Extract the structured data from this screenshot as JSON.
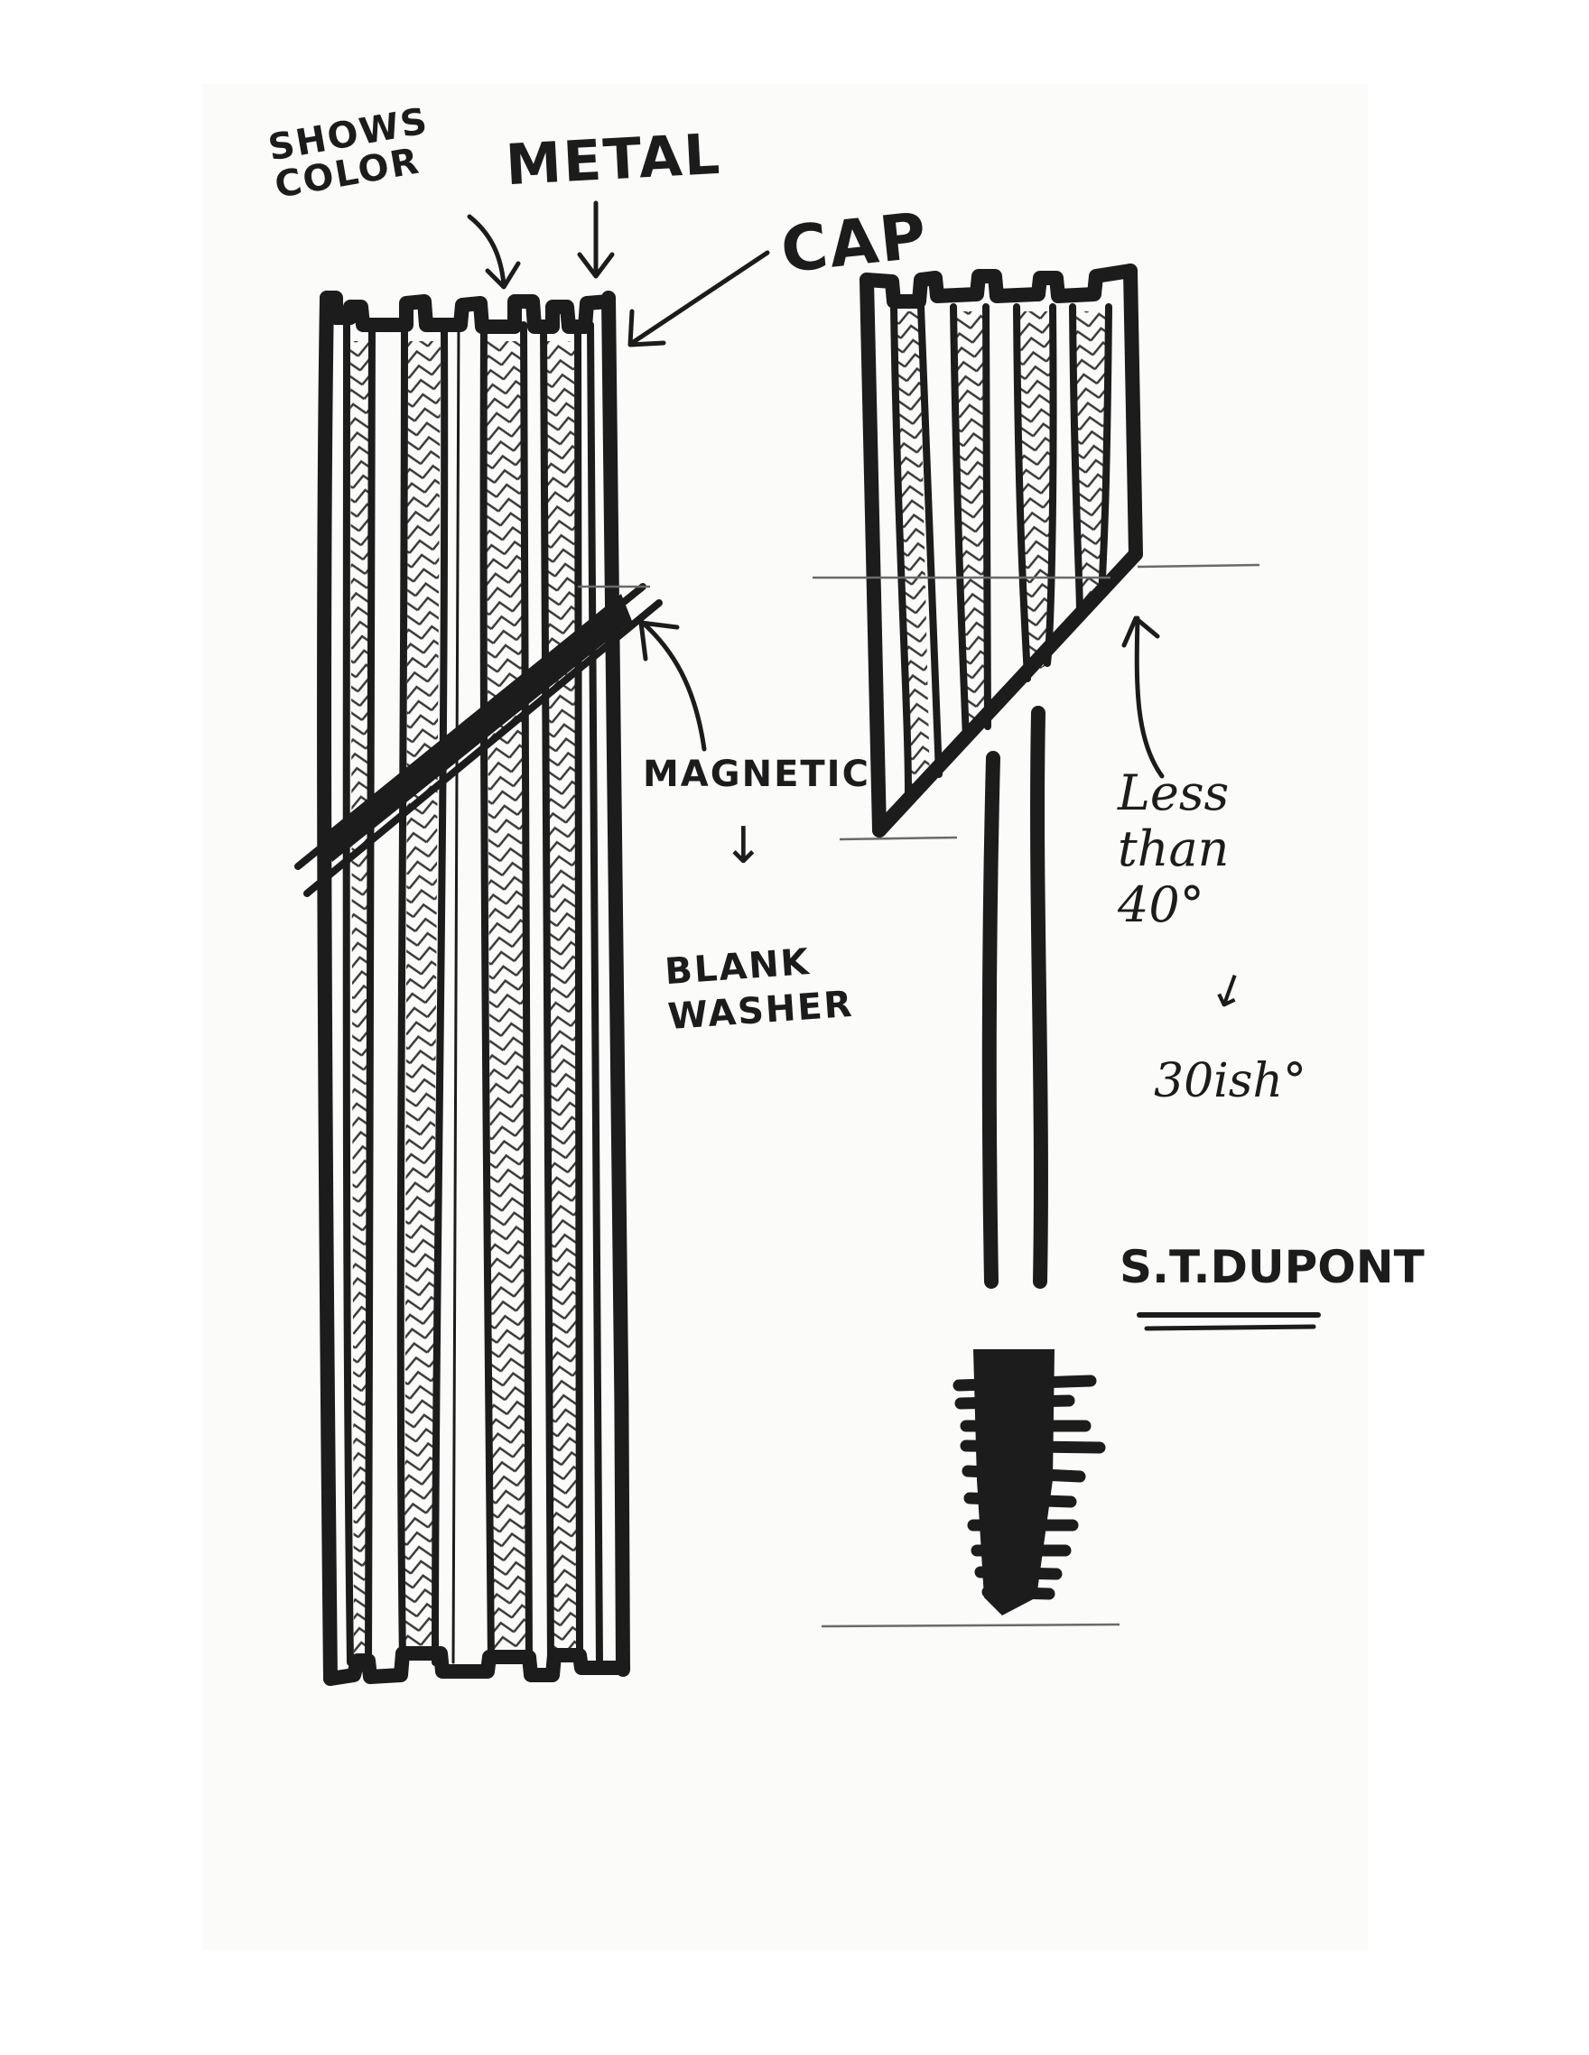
{
  "sketch": {
    "subject": "mascara packaging design sketch",
    "paper_color": "#fbfbfa",
    "ink_color": "#1c1c1c"
  },
  "labels": {
    "shows_color": "SHOWS COLOR",
    "shows_color_line1": "SHOWS",
    "shows_color_line2": "COLOR",
    "metal": "METAL",
    "cap": "CAP",
    "magnetic": "MAGNETIC",
    "magnetic_arrow": "↓",
    "blank_washer_line1": "BLANK",
    "blank_washer_line2": "WASHER",
    "less_than_line1": "Less",
    "less_than_line2": "than",
    "less_than_line3": "40°",
    "angle_arrow": "↓",
    "thirty_ish": "30ish°",
    "brand": "S.T.DUPONT"
  },
  "drawings": [
    {
      "name": "closed-mascara-tube",
      "description": "fluted cylinder with alternating metal and color stripes, diagonal magnetic seam"
    },
    {
      "name": "open-cap-with-wand",
      "description": "fluted cap with angled cut (~30°), stem and brush"
    }
  ]
}
